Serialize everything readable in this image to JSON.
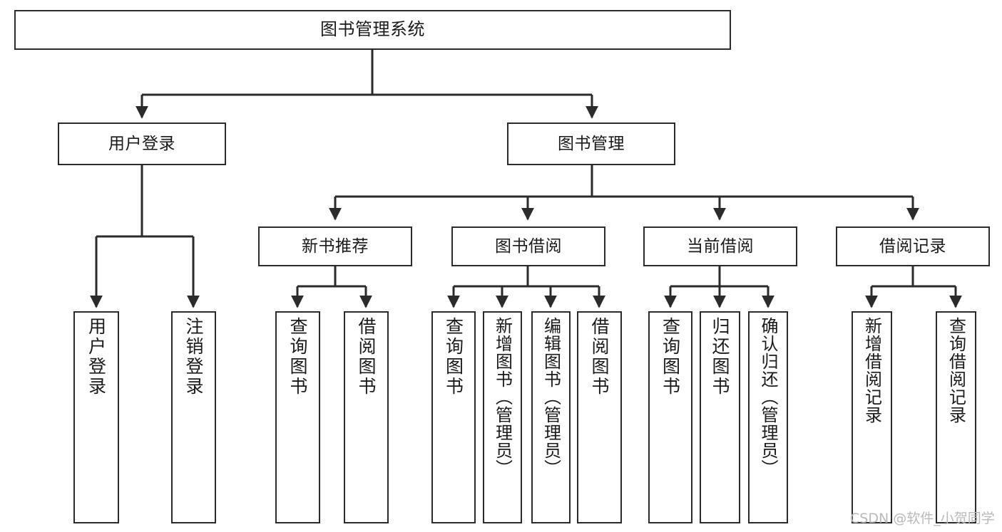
{
  "diagram": {
    "title": "图书管理系统",
    "type": "hierarchy-tree",
    "stroke_color": "#2b2b2b",
    "fill_color": "#ffffff",
    "text_color": "#1a1a1a",
    "root": {
      "label": "图书管理系统"
    },
    "level2": [
      {
        "label": "用户登录"
      },
      {
        "label": "图书管理"
      }
    ],
    "level3": [
      {
        "label": "新书推荐"
      },
      {
        "label": "图书借阅"
      },
      {
        "label": "当前借阅"
      },
      {
        "label": "借阅记录"
      }
    ],
    "leaves": {
      "user_login": [
        {
          "label": "用户登录"
        },
        {
          "label": "注销登录"
        }
      ],
      "new_book_recommend": [
        {
          "label": "查询图书"
        },
        {
          "label": "借阅图书"
        }
      ],
      "book_borrow": [
        {
          "label": "查询图书"
        },
        {
          "label": "新增图书（管理员）"
        },
        {
          "label": "编辑图书（管理员）"
        },
        {
          "label": "借阅图书"
        }
      ],
      "current_borrow": [
        {
          "label": "查询图书"
        },
        {
          "label": "归还图书"
        },
        {
          "label": "确认归还（管理员）"
        }
      ],
      "borrow_record": [
        {
          "label": "新增借阅记录"
        },
        {
          "label": "查询借阅记录"
        }
      ]
    }
  },
  "watermark": {
    "text": "CSDN @软件_小贺同学"
  }
}
